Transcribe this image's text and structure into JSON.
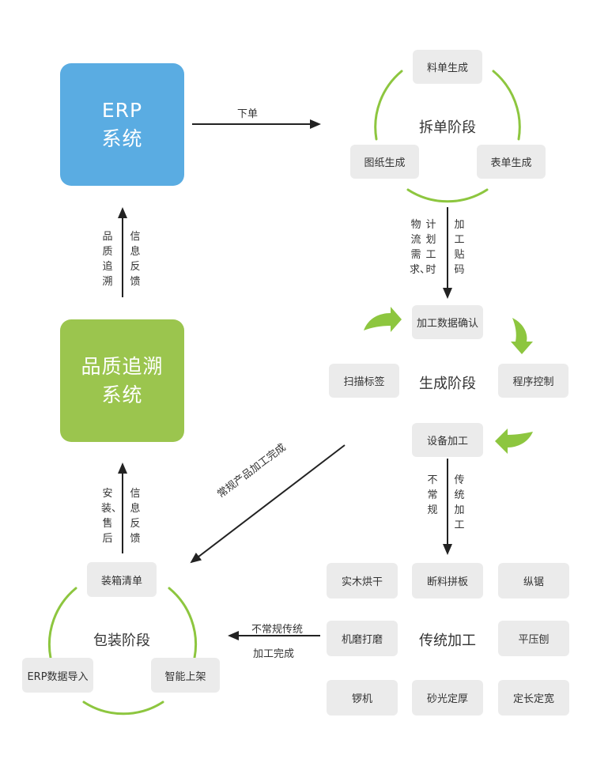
{
  "erp_box": {
    "line1": "ERP",
    "line2": "系统",
    "color": "#5aace2"
  },
  "quality_box": {
    "line1": "品质追溯",
    "line2": "系统",
    "color": "#9bc54e"
  },
  "order_label": "下单",
  "split_stage": {
    "title": "拆单阶段",
    "items": [
      "料单生成",
      "图纸生成",
      "表单生成"
    ]
  },
  "split_to_production": {
    "left_col2": "计划工时",
    "left_col1": "物流需求、",
    "right": "加工贴码"
  },
  "erp_quality": {
    "left": "品质追溯",
    "right": "信息反馈"
  },
  "production_stage": {
    "title": "生成阶段",
    "confirm": "加工数据确认",
    "scan": "扫描标签",
    "program": "程序控制",
    "equipment": "设备加工"
  },
  "regular_done": "常规产品加工完成",
  "equipment_to_traditional": {
    "left": "不常规",
    "right": "传统加工"
  },
  "quality_packing": {
    "left": "安装、售后",
    "right": "信息反馈"
  },
  "traditional_stage": {
    "title": "传统加工",
    "items": [
      "实木烘干",
      "断料拼板",
      "纵锯",
      "机磨打磨",
      "平压刨",
      "锣机",
      "砂光定厚",
      "定长定宽"
    ]
  },
  "nonregular_done": {
    "line1": "不常规传统",
    "line2": "加工完成"
  },
  "packing_stage": {
    "title": "包装阶段",
    "items": [
      "装箱清单",
      "ERP数据导入",
      "智能上架"
    ]
  },
  "colors": {
    "arc_green": "#8dc63f",
    "arrow_dark": "#222222",
    "chip_bg": "#ebebeb"
  }
}
